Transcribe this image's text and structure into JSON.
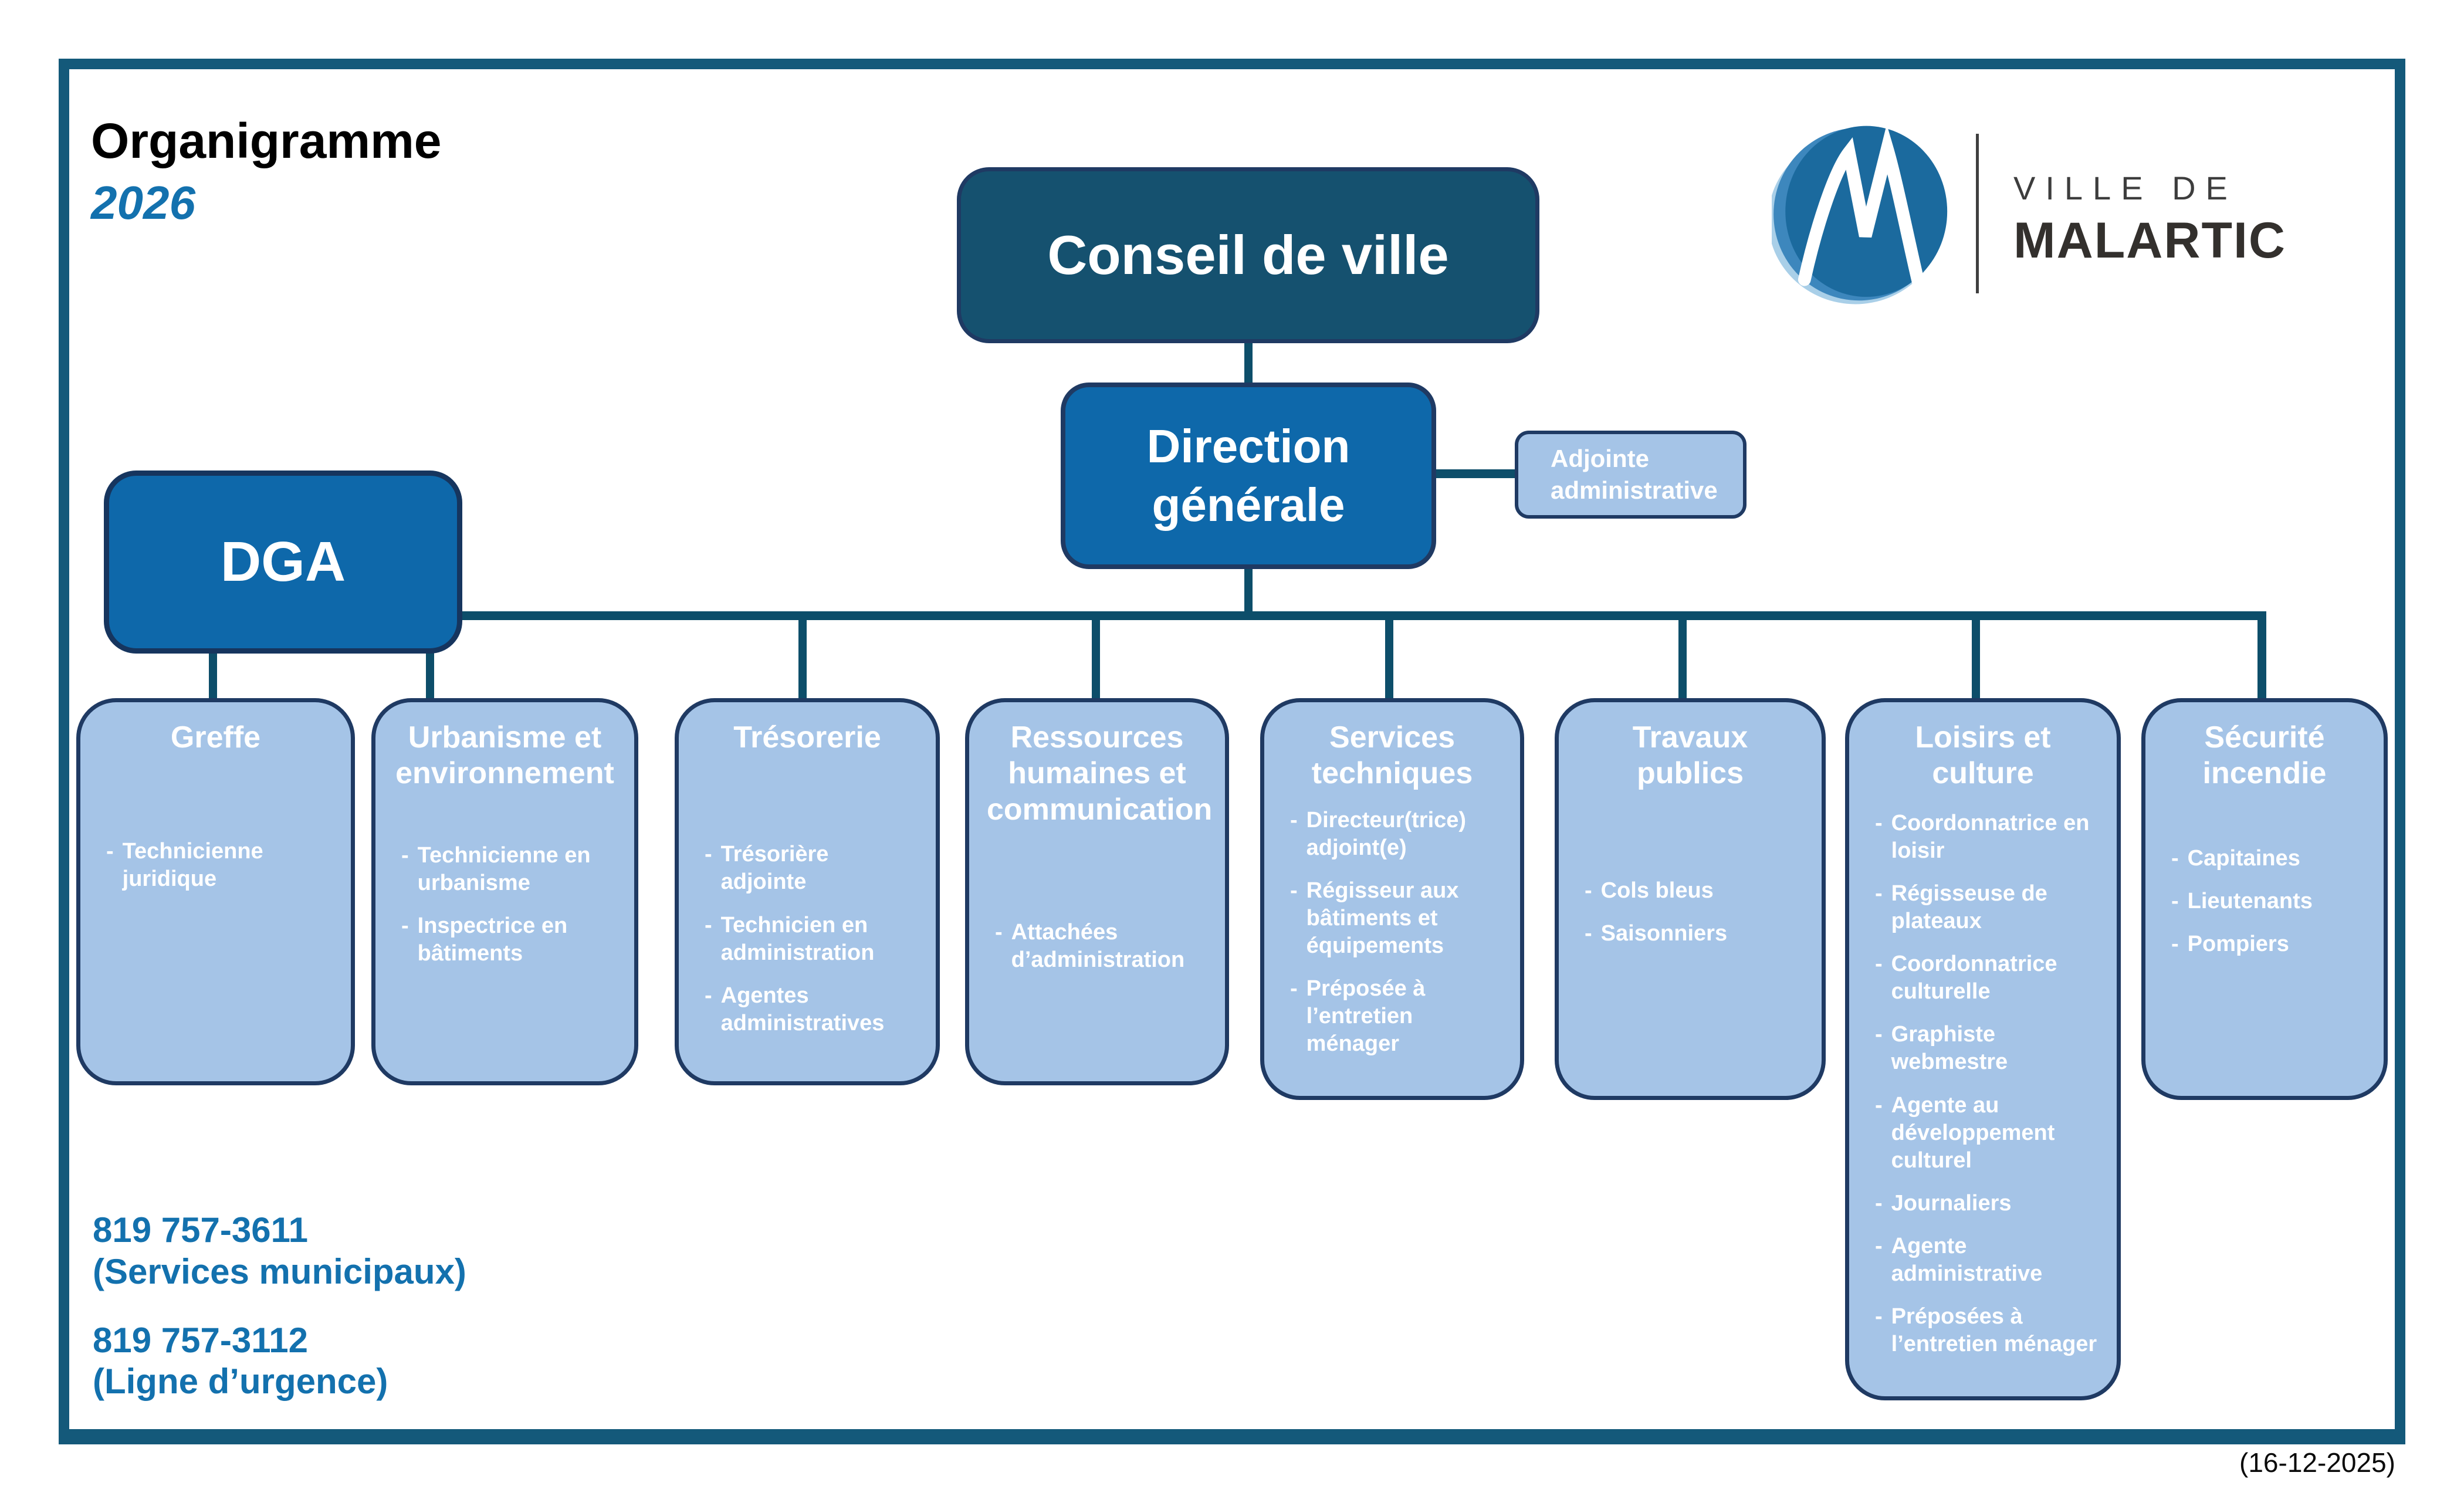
{
  "header": {
    "title": "Organigramme",
    "year": "2026"
  },
  "logo": {
    "ville_de": "VILLE DE",
    "city": "MALARTIC"
  },
  "top_boxes": {
    "conseil": "Conseil de ville",
    "direction": "Direction générale",
    "adjointe": "Adjointe administrative",
    "dga": "DGA"
  },
  "departments": [
    {
      "title": "Greffe",
      "items": [
        "Technicienne juridique"
      ]
    },
    {
      "title": "Urbanisme et environnement",
      "items": [
        "Technicienne en urbanisme",
        "Inspectrice en bâtiments"
      ]
    },
    {
      "title": "Trésorerie",
      "items": [
        "Trésorière adjointe",
        "Technicien en administration",
        "Agentes administratives"
      ]
    },
    {
      "title": "Ressources humaines et communication",
      "items": [
        "Attachées d’administration"
      ]
    },
    {
      "title": "Services techniques",
      "items": [
        "Directeur(trice) adjoint(e)",
        "Régisseur aux bâtiments et équipements",
        "Préposée à l’entretien ménager"
      ]
    },
    {
      "title": "Travaux publics",
      "items": [
        "Cols bleus",
        "Saisonniers"
      ]
    },
    {
      "title": "Loisirs et culture",
      "items": [
        "Coordonnatrice en loisir",
        "Régisseuse de plateaux",
        "Coordonnatrice culturelle",
        "Graphiste webmestre",
        "Agente au développement culturel",
        "Journaliers",
        "Agente administrative",
        "Préposées à l’entretien ménager"
      ]
    },
    {
      "title": "Sécurité incendie",
      "items": [
        "Capitaines",
        "Lieutenants",
        "Pompiers"
      ]
    }
  ],
  "footer": {
    "phone1": "819 757-3611",
    "phone1_label": "(Services municipaux)",
    "phone2": "819 757-3112",
    "phone2_label": "(Ligne d’urgence)",
    "date": "(16-12-2025)"
  },
  "colors": {
    "page_border": "#14597a",
    "connector": "#0d4e6a",
    "dark_box_fill": "#15516f",
    "mid_box_fill": "#0e68aa",
    "light_box_fill": "#a5c4e7",
    "box_border": "#1f3a63",
    "accent_blue": "#1371ae",
    "logo_blue": "#1b6a9e",
    "logo_mid_blue": "#3d87bd",
    "logo_light_blue": "#a9cfe8",
    "brand_text": "#33302d"
  }
}
